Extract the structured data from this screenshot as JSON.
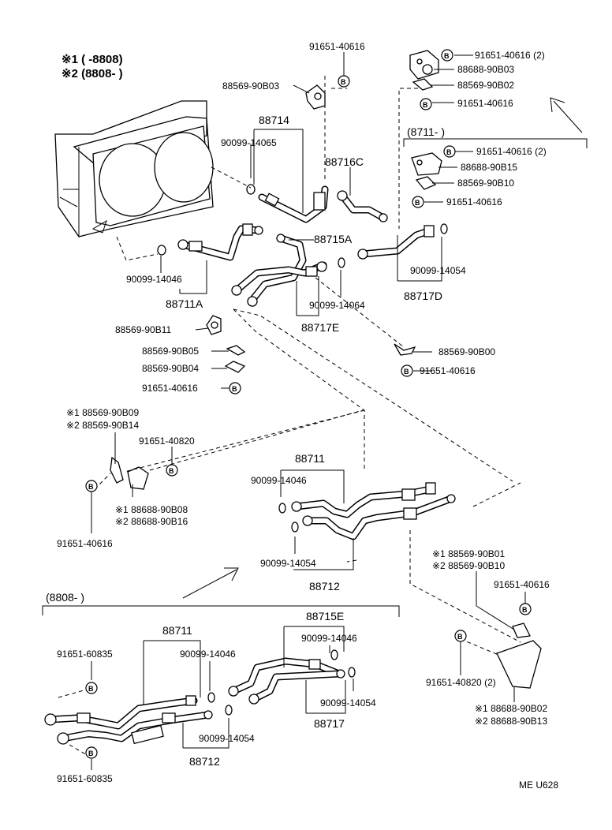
{
  "header": {
    "note1": "※1 (       -8808)",
    "note2": "※2 (8808-        )"
  },
  "bolt_symbol": "B",
  "footer_code": "ME U628",
  "ranges": {
    "r8711": "(8711-        )",
    "r8808": "(8808-        )"
  },
  "labels": {
    "p91651_40616_top": "91651-40616",
    "p88569_90B03": "88569-90B03",
    "p88714": "88714",
    "p90099_14065": "90099-14065",
    "p88716C": "88716C",
    "p88715A": "88715A",
    "p90099_14046_a": "90099-14046",
    "p88711A": "88711A",
    "p88569_90B11": "88569-90B11",
    "p88569_90B05": "88569-90B05",
    "p88569_90B04": "88569-90B04",
    "p91651_40616_b": "91651-40616",
    "p90099_14064": "90099-14064",
    "p88717E": "88717E",
    "p90099_14054_a": "90099-14054",
    "p88717D": "88717D",
    "p88569_90B00": "88569-90B00",
    "p91651_40616_c": "91651-40616",
    "tr1": "91651-40616 (2)",
    "tr2": "88688-90B03",
    "tr3": "88569-90B02",
    "tr4": "91651-40616",
    "tr5": "91651-40616 (2)",
    "tr6": "88688-90B15",
    "tr7": "88569-90B10",
    "tr8": "91651-40616",
    "mid1": "※1 88569-90B09",
    "mid2": "※2 88569-90B14",
    "mid3": "91651-40820",
    "mid4": "※1 88688-90B08",
    "mid5": "※2 88688-90B16",
    "mid6": "91651-40616",
    "c88711": "88711",
    "c90099_14046": "90099-14046",
    "c90099_14054": "90099-14054",
    "c88712": "88712",
    "r1": "※1 88569-90B01",
    "r2": "※2 88569-90B10",
    "r3": "91651-40616",
    "r4": "91651-40820 (2)",
    "r5": "※1 88688-90B02",
    "r6": "※2 88688-90B13",
    "b88715E": "88715E",
    "b90099_14046_r": "90099-14046",
    "b88711": "88711",
    "b91651_60835_t": "91651-60835",
    "b90099_14046_l": "90099-14046",
    "b90099_14054_r": "90099-14054",
    "b88717": "88717",
    "b90099_14054_l": "90099-14054",
    "b88712": "88712",
    "b91651_60835_b": "91651-60835"
  }
}
